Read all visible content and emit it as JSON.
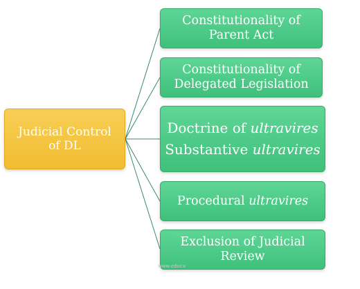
{
  "root": {
    "lines": [
      "Judicial Control",
      "of DL"
    ]
  },
  "children": [
    {
      "lines": [
        {
          "a": "Constitutionality of",
          "i": "",
          "b": ""
        },
        {
          "a": "Parent Act",
          "i": "",
          "b": ""
        }
      ]
    },
    {
      "lines": [
        {
          "a": "Constitutionality of",
          "i": "",
          "b": ""
        },
        {
          "a": "Delegated Legislation",
          "i": "",
          "b": ""
        }
      ]
    },
    {
      "lines": [
        {
          "a": "Doctrine of ",
          "i": "ultravires",
          "b": ""
        },
        {
          "a": "Substantive ",
          "i": "ultravires",
          "b": ""
        }
      ]
    },
    {
      "lines": [
        {
          "a": "Procedural ",
          "i": "ultravires",
          "b": ""
        }
      ]
    },
    {
      "lines": [
        {
          "a": "Exclusion of Judicial",
          "i": "",
          "b": ""
        },
        {
          "a": "Review",
          "i": "",
          "b": ""
        }
      ]
    }
  ],
  "watermark": "www.educa"
}
